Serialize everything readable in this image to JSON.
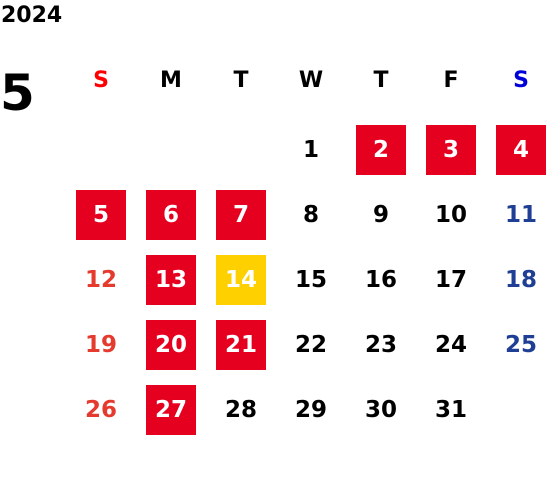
{
  "year": "2024",
  "month": "5",
  "colors": {
    "red": "#e60020",
    "holiday_fill": "#e60020",
    "today_fill": "#ffd000",
    "saturday_blue": "#1f3f94",
    "sunday_red": "#e53a2e",
    "header_blue": "#0000d8",
    "header_red": "#ff0000"
  },
  "weekdays": [
    {
      "label": "S",
      "kind": "sun"
    },
    {
      "label": "M",
      "kind": "wk"
    },
    {
      "label": "T",
      "kind": "wk"
    },
    {
      "label": "W",
      "kind": "wk"
    },
    {
      "label": "T",
      "kind": "wk"
    },
    {
      "label": "F",
      "kind": "wk"
    },
    {
      "label": "S",
      "kind": "sat"
    }
  ],
  "weeks": [
    [
      null,
      null,
      null,
      {
        "d": "1"
      },
      {
        "d": "2",
        "style": "holiday"
      },
      {
        "d": "3",
        "style": "holiday"
      },
      {
        "d": "4",
        "style": "holiday"
      }
    ],
    [
      {
        "d": "5",
        "style": "holiday"
      },
      {
        "d": "6",
        "style": "holiday"
      },
      {
        "d": "7",
        "style": "holiday"
      },
      {
        "d": "8"
      },
      {
        "d": "9"
      },
      {
        "d": "10"
      },
      {
        "d": "11",
        "style": "sat"
      }
    ],
    [
      {
        "d": "12",
        "style": "sun"
      },
      {
        "d": "13",
        "style": "holiday"
      },
      {
        "d": "14",
        "style": "today"
      },
      {
        "d": "15"
      },
      {
        "d": "16"
      },
      {
        "d": "17"
      },
      {
        "d": "18",
        "style": "sat"
      }
    ],
    [
      {
        "d": "19",
        "style": "sun"
      },
      {
        "d": "20",
        "style": "holiday"
      },
      {
        "d": "21",
        "style": "holiday"
      },
      {
        "d": "22"
      },
      {
        "d": "23"
      },
      {
        "d": "24"
      },
      {
        "d": "25",
        "style": "sat"
      }
    ],
    [
      {
        "d": "26",
        "style": "sun"
      },
      {
        "d": "27",
        "style": "holiday"
      },
      {
        "d": "28"
      },
      {
        "d": "29"
      },
      {
        "d": "30"
      },
      {
        "d": "31"
      },
      null
    ]
  ]
}
